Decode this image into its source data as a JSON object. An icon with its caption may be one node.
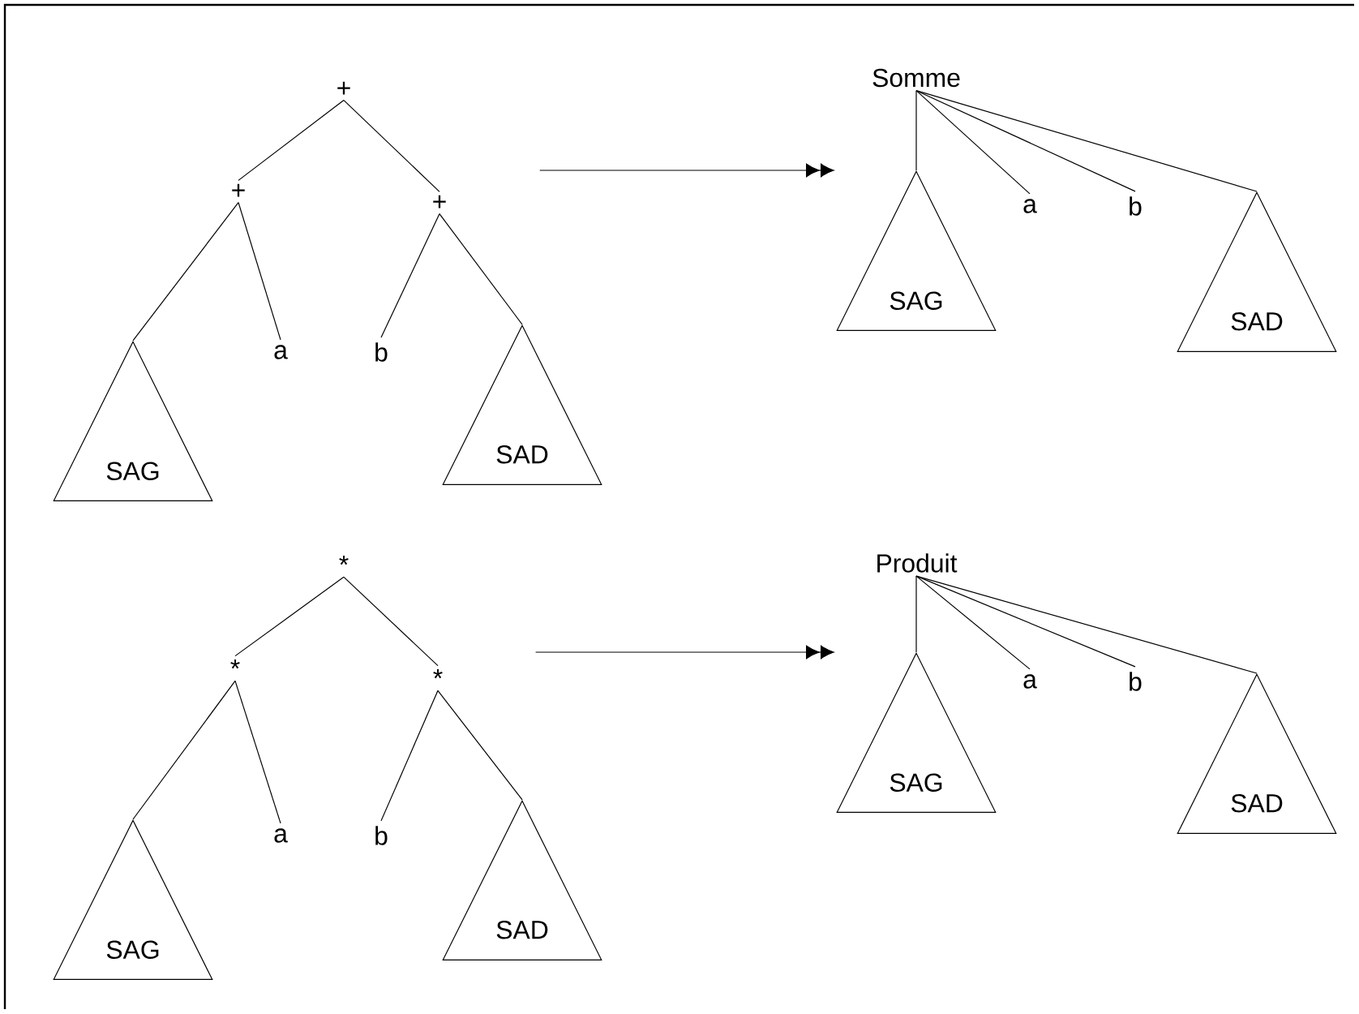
{
  "diagram": {
    "nodes": [
      {
        "text": [
          "+"
        ]
      },
      {
        "text": [
          "+"
        ]
      },
      {
        "text": [
          "+"
        ]
      },
      {
        "text": [
          "SAG"
        ]
      },
      {
        "text": [
          "a"
        ]
      },
      {
        "text": [
          "b"
        ]
      },
      {
        "text": [
          "SAD"
        ]
      },
      {
        "text": [
          "Somme"
        ]
      },
      {
        "text": [
          "SAG"
        ]
      },
      {
        "text": [
          "a"
        ]
      },
      {
        "text": [
          "b"
        ]
      },
      {
        "text": [
          "SAD"
        ]
      },
      {
        "text": [
          "*"
        ]
      },
      {
        "text": [
          "*"
        ]
      },
      {
        "text": [
          "*"
        ]
      },
      {
        "text": [
          "SAG"
        ]
      },
      {
        "text": [
          "a"
        ]
      },
      {
        "text": [
          "b"
        ]
      },
      {
        "text": [
          "SAD"
        ]
      },
      {
        "text": [
          "Produit"
        ]
      },
      {
        "text": [
          "SAG"
        ]
      },
      {
        "text": [
          "a"
        ]
      },
      {
        "text": [
          "b"
        ]
      },
      {
        "text": [
          "SAD"
        ]
      }
    ],
    "edges": [
      {
        "from": 0,
        "to": 1,
        "arrow": "none"
      },
      {
        "from": 0,
        "to": 2,
        "arrow": "none"
      },
      {
        "from": 1,
        "to": 3,
        "arrow": "none"
      },
      {
        "from": 1,
        "to": 4,
        "arrow": "none"
      },
      {
        "from": 2,
        "to": 5,
        "arrow": "none"
      },
      {
        "from": 2,
        "to": 6,
        "arrow": "none"
      },
      {
        "from": 7,
        "to": 8,
        "arrow": "none"
      },
      {
        "from": 7,
        "to": 9,
        "arrow": "none"
      },
      {
        "from": 7,
        "to": 10,
        "arrow": "none"
      },
      {
        "from": 7,
        "to": 11,
        "arrow": "none"
      },
      {
        "from": 12,
        "to": 13,
        "arrow": "none"
      },
      {
        "from": 12,
        "to": 14,
        "arrow": "none"
      },
      {
        "from": 13,
        "to": 15,
        "arrow": "none"
      },
      {
        "from": 13,
        "to": 16,
        "arrow": "none"
      },
      {
        "from": 14,
        "to": 17,
        "arrow": "none"
      },
      {
        "from": 14,
        "to": 18,
        "arrow": "none"
      },
      {
        "from": 19,
        "to": 20,
        "arrow": "none"
      },
      {
        "from": 19,
        "to": 21,
        "arrow": "none"
      },
      {
        "from": 19,
        "to": 22,
        "arrow": "none"
      },
      {
        "from": 19,
        "to": 23,
        "arrow": "none"
      },
      {
        "from": 2,
        "to": 8,
        "arrow": "to"
      },
      {
        "from": 14,
        "to": 20,
        "arrow": "to"
      }
    ]
  }
}
